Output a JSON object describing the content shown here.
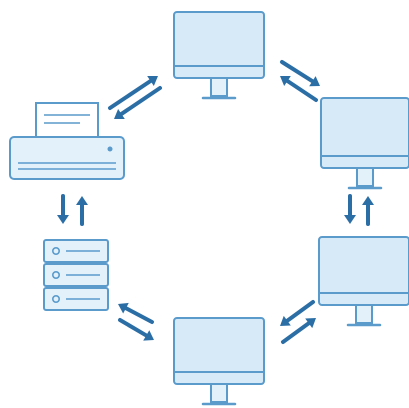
{
  "diagram": {
    "type": "ring-network",
    "colors": {
      "device_fill": "#e3f1fb",
      "device_stroke": "#5a9bcc",
      "screen_fill": "#d7eaf8",
      "arrow": "#2b6ea6",
      "background": "#ffffff"
    },
    "nodes": [
      {
        "id": "monitor-top",
        "kind": "monitor",
        "icon": "monitor-icon"
      },
      {
        "id": "monitor-right-upper",
        "kind": "monitor",
        "icon": "monitor-icon"
      },
      {
        "id": "monitor-right-lower",
        "kind": "monitor",
        "icon": "monitor-icon"
      },
      {
        "id": "monitor-bottom",
        "kind": "monitor",
        "icon": "monitor-icon"
      },
      {
        "id": "server",
        "kind": "server",
        "icon": "server-icon"
      },
      {
        "id": "printer",
        "kind": "printer",
        "icon": "printer-icon"
      }
    ],
    "links": [
      {
        "from": "monitor-top",
        "to": "monitor-right-upper",
        "direction": "bidirectional"
      },
      {
        "from": "monitor-right-upper",
        "to": "monitor-right-lower",
        "direction": "bidirectional"
      },
      {
        "from": "monitor-right-lower",
        "to": "monitor-bottom",
        "direction": "bidirectional"
      },
      {
        "from": "monitor-bottom",
        "to": "server",
        "direction": "bidirectional"
      },
      {
        "from": "server",
        "to": "printer",
        "direction": "bidirectional"
      },
      {
        "from": "printer",
        "to": "monitor-top",
        "direction": "bidirectional"
      }
    ]
  }
}
